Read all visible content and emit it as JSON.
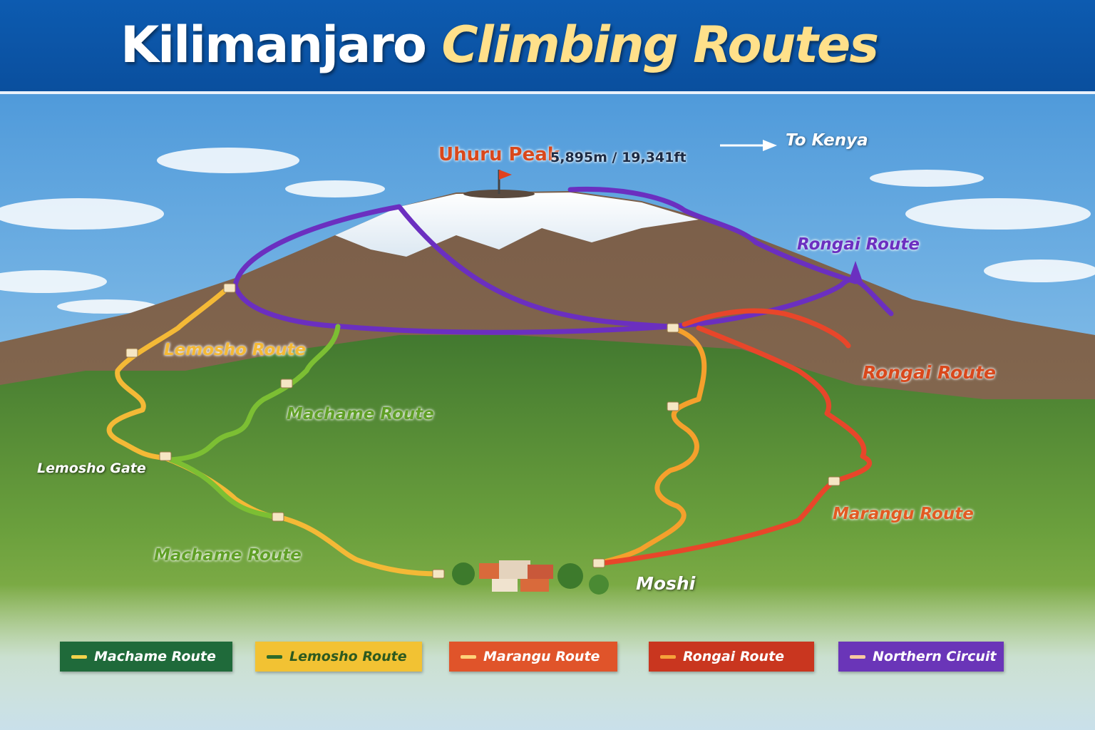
{
  "title": {
    "part1": "Kilimanjaro",
    "part2": "Climbing Routes"
  },
  "summit": {
    "name": "Uhuru Peak",
    "elevation": "5,895m / 19,341ft"
  },
  "direction": {
    "label": "To Kenya"
  },
  "places": {
    "lemosho_gate": "Lemosho Gate",
    "moshi": "Moshi"
  },
  "route_labels": {
    "lemosho": "Lemosho Route",
    "machame_upper": "Machame Route",
    "machame_lower": "Machame Route",
    "rongai_north": "Rongai Route",
    "rongai_east": "Rongai Route",
    "marangu": "Marangu Route"
  },
  "legend": [
    {
      "label": "Machame Route",
      "bg": "#1f6a3a",
      "swatch": "#f2d24b"
    },
    {
      "label": "Lemosho Route",
      "bg": "#f2c233",
      "swatch": "#2d6b2a",
      "dark_text": true
    },
    {
      "label": "Marangu Route",
      "bg": "#e0542a",
      "swatch": "#ffd27a"
    },
    {
      "label": "Rongai Route",
      "bg": "#c9361f",
      "swatch": "#f5a23a"
    },
    {
      "label": "Northern Circuit",
      "bg": "#6a35b8",
      "swatch": "#f7c9a0"
    }
  ],
  "colors": {
    "lemosho": "#f4b936",
    "machame": "#7cbf33",
    "rongai": "#e8462a",
    "marangu": "#f5a02c",
    "northern": "#6b2fc0"
  }
}
